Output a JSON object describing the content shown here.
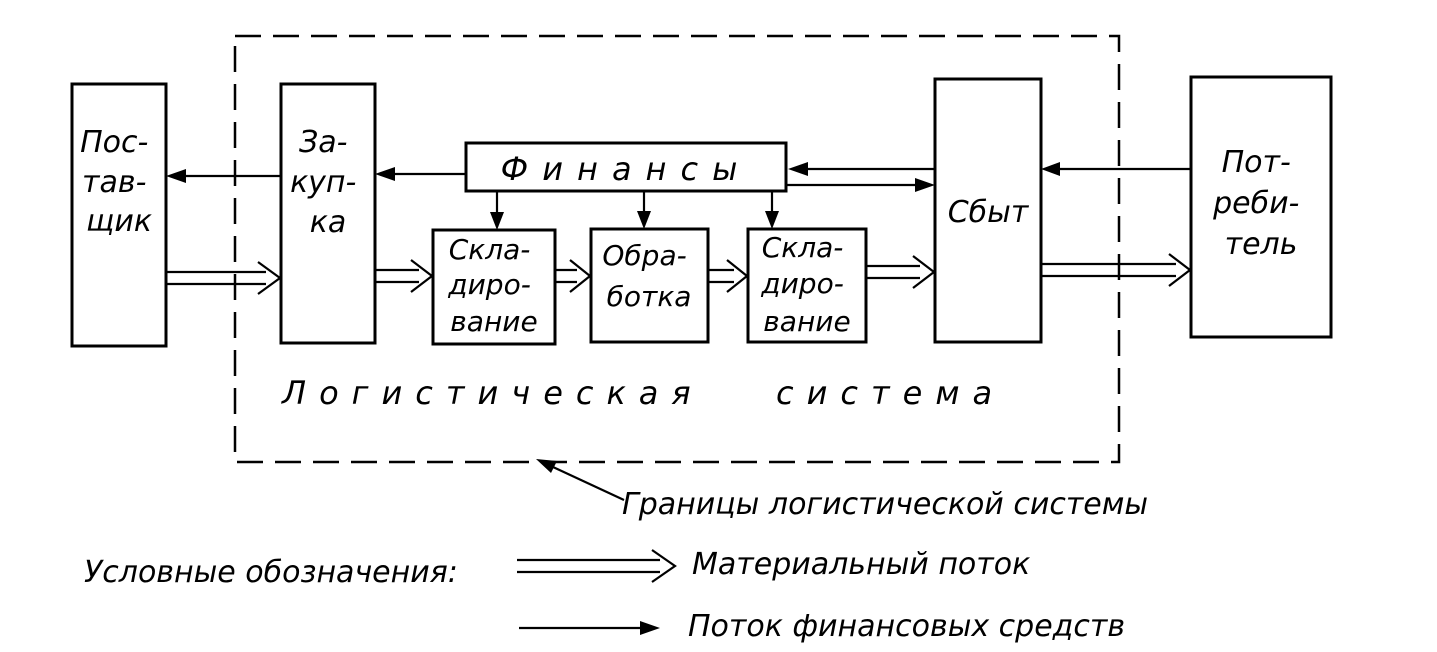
{
  "nodes": {
    "supplier": [
      "Пос-",
      "тав-",
      "щик"
    ],
    "purchasing": [
      "За-",
      "куп-",
      "ка"
    ],
    "finance": "Финансы",
    "warehousing_1": [
      "Скла-",
      "диро-",
      "вание"
    ],
    "processing": [
      "Обра-",
      "ботка"
    ],
    "warehousing_2": [
      "Скла-",
      "диро-",
      "вание"
    ],
    "sales": "Сбыт",
    "consumer": [
      "Пот-",
      "реби-",
      "тель"
    ]
  },
  "system_label": {
    "word1": "Логистическая",
    "word2": "система"
  },
  "boundary_label": "Границы логистической системы",
  "legend": {
    "title": "Условные обозначения:",
    "material_flow": "Материальный поток",
    "financial_flow": "Поток финансовых средств"
  }
}
